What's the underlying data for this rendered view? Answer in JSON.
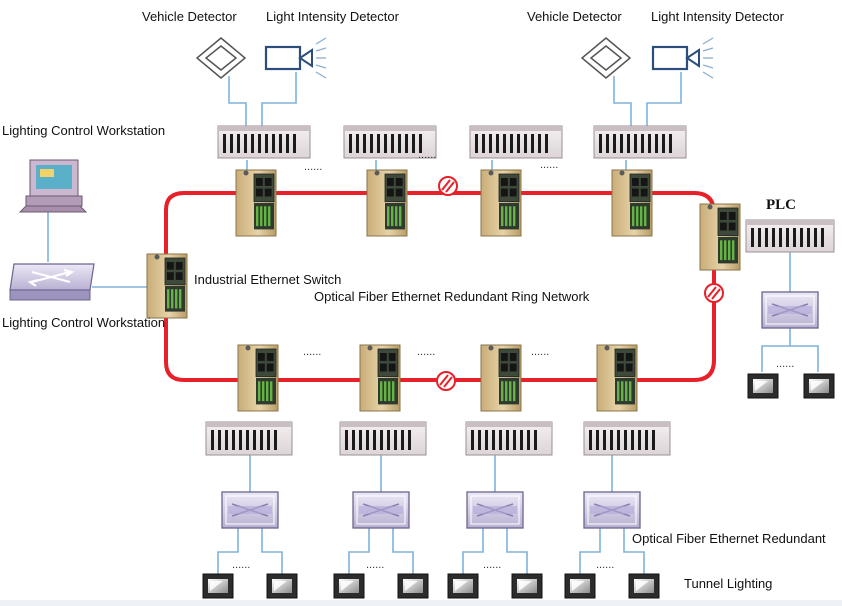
{
  "labels": {
    "vehicle_detector_1": "Vehicle Detector",
    "light_detector_1": "Light Intensity Detector",
    "vehicle_detector_2": "Vehicle Detector",
    "light_detector_2": "Light Intensity Detector",
    "workstation_top": "Lighting Control Workstation",
    "workstation_bottom": "Lighting Control Workstation",
    "industrial_switch": "Industrial Ethernet Switch",
    "ring_network": "Optical Fiber Ethernet Redundant Ring Network",
    "plc": "PLC",
    "optical_fiber_redundant": "Optical Fiber Ethernet Redundant",
    "tunnel_lighting": "Tunnel Lighting"
  },
  "ellipsis": "......",
  "colors": {
    "ring": "#e8202a",
    "link": "#7fb2dc",
    "plc_body": "#efe9ea",
    "plc_slot": "#1a1a1a",
    "switch_body": "#d2b98a",
    "switch_face": "#3d4a3a",
    "detector_stroke": "#2b4e7c",
    "light_box": "#7a2a2a",
    "hub_fill": "#d5cfe6"
  },
  "icons": {
    "vehicle_detector": "diamond-icon",
    "light_detector": "camera-icon",
    "workstation": "computer-icon",
    "hub": "network-hub-icon",
    "break": "fiber-break-icon",
    "lamp": "lamp-icon"
  }
}
